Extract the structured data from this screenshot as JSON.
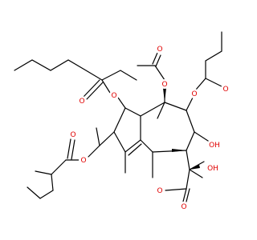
{
  "atom_labels": {
    "ester_o_left": "O",
    "carbonyl_o_octanoyl": "O",
    "acetyl_o_link": "O",
    "acetyl_o_carbonyl": "O",
    "butyryl_o_carbonyl": "O",
    "butyryl_o_link": "O",
    "oh_top": "OH",
    "oh_lactone": "OH",
    "ring_o": "O",
    "lactone_carbonyl_o": "O",
    "tiglate_o_link": "O",
    "tiglate_o_carbonyl": "O"
  },
  "colors": {
    "bond": "#000000",
    "heteroatom": "#e00000",
    "background": "#ffffff"
  }
}
